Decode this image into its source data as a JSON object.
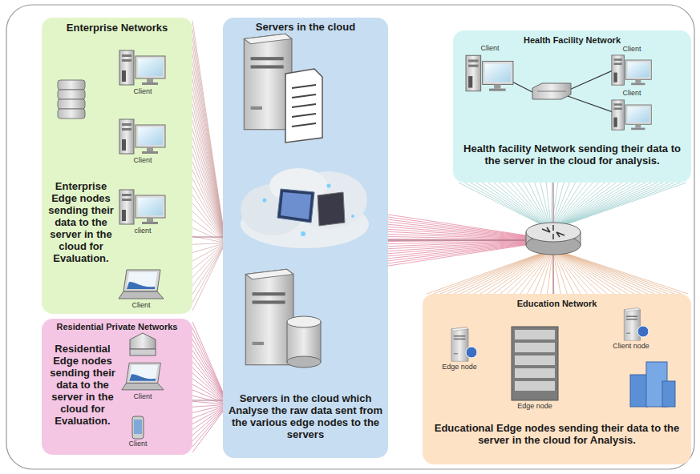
{
  "diagram": {
    "nodes": [
      {
        "text": [
          "Enterprise Networks",
          "Enterprise Edge nodes sending their data to the server in the cloud for Evaluation."
        ]
      },
      {
        "text": [
          "Residential Private Networks",
          "Residential Edge nodes sending their data to the server in the cloud for Evaluation."
        ]
      },
      {
        "text": [
          "Servers in the cloud",
          "Servers in the cloud which Analyse the raw data sent from the various edge nodes to the servers"
        ]
      },
      {
        "text": [
          "Health Facility Network",
          "Health facility Network sending their data to the server in the cloud for analysis."
        ]
      },
      {
        "text": [
          "Education Network",
          "Educational Edge nodes sending their data to the server in the cloud for Analysis."
        ]
      }
    ],
    "edges": [
      {
        "from": 0,
        "to": 2,
        "arrow": "none"
      },
      {
        "from": 1,
        "to": 2,
        "arrow": "none"
      },
      {
        "from": 3,
        "to": 2,
        "arrow": "none"
      },
      {
        "from": 4,
        "to": 2,
        "arrow": "none"
      }
    ],
    "labels": [
      "Client",
      "Client",
      "client",
      "Client",
      "Client",
      "Client",
      "Client",
      "Client",
      "Client",
      "Edge node",
      "Edge node",
      "Client node"
    ]
  }
}
